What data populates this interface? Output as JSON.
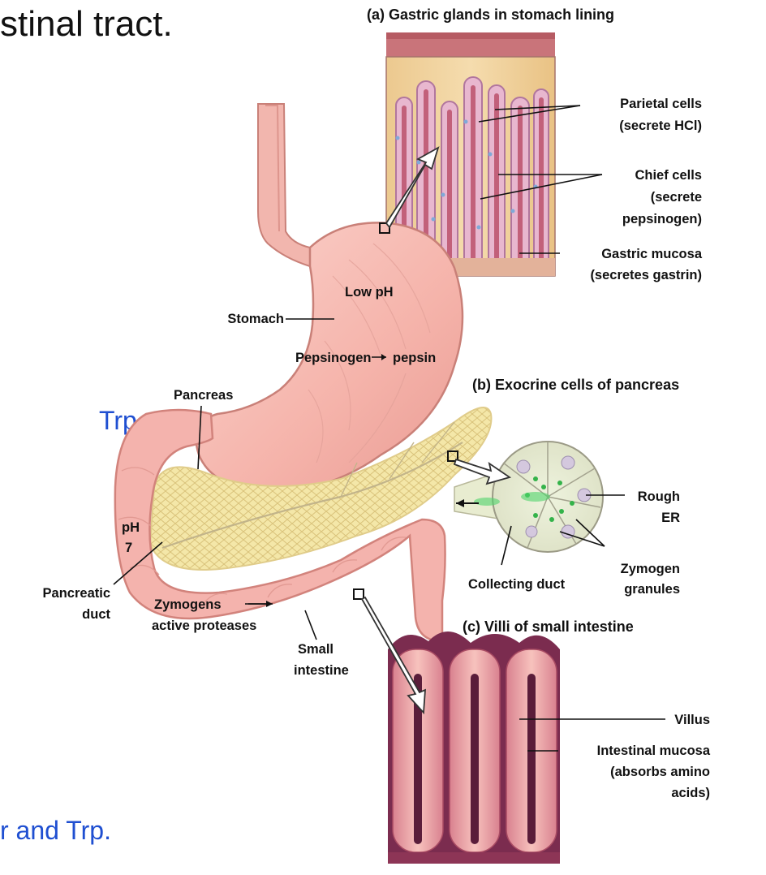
{
  "slide": {
    "title_fragment": "stinal tract.",
    "blue_fragment_1": "Trp.",
    "blue_fragment_2": "r and Trp."
  },
  "diagram": {
    "panel_a_title": "(a)  Gastric glands in stomach lining",
    "panel_b_title": "(b)  Exocrine cells of pancreas",
    "panel_c_title": "(c)  Villi of small intestine",
    "labels": {
      "parietal_1": "Parietal cells",
      "parietal_2": "(secrete HCl)",
      "chief_1": "Chief cells",
      "chief_2": "(secrete",
      "chief_3": "pepsinogen)",
      "mucosa_1": "Gastric mucosa",
      "mucosa_2": "(secretes gastrin)",
      "low_ph": "Low pH",
      "stomach": "Stomach",
      "pepsinogen": "Pepsinogen",
      "pepsin": "pepsin",
      "pancreas": "Pancreas",
      "ph": "pH",
      "ph_value": "7",
      "pancreatic_1": "Pancreatic",
      "pancreatic_2": "duct",
      "zymogens": "Zymogens",
      "active_proteases": "active proteases",
      "small_int_1": "Small",
      "small_int_2": "intestine",
      "rough_1": "Rough",
      "rough_2": "ER",
      "zymogen_1": "Zymogen",
      "zymogen_2": "granules",
      "collecting": "Collecting duct",
      "villus": "Villus",
      "int_mucosa_1": "Intestinal mucosa",
      "int_mucosa_2": "(absorbs amino",
      "int_mucosa_3": "acids)"
    }
  },
  "colors": {
    "slide_blue": "#1f4fd1",
    "tissue_pink": "#f4b3ad",
    "pancreas_yellow": "#f7eab8",
    "villus_purple": "#5a1d3a"
  }
}
